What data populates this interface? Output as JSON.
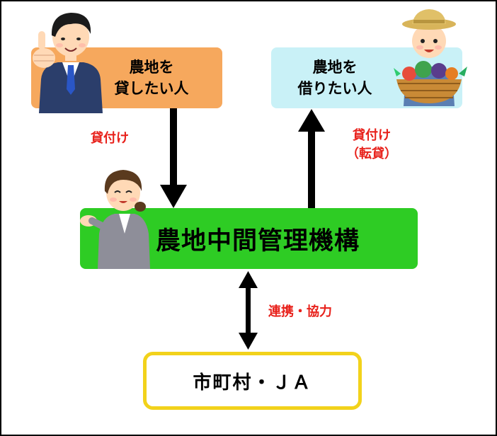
{
  "nodes": {
    "lender": "農地を\n貸したい人",
    "borrower": "農地を\n借りたい人",
    "agency": "農地中間管理機構",
    "municipality": "市町村・ＪＡ"
  },
  "edges": {
    "lend": "貸付け",
    "sublease": "貸付け\n（転貸）",
    "cooperation": "連携・協力"
  },
  "colors": {
    "lender_box": "#f6a85d",
    "borrower_box": "#c9f1f7",
    "agency_box": "#2ecc24",
    "municipality_border": "#f2d21b",
    "edge_label": "#e8211b"
  },
  "icons": [
    "businessman-thumbs-up-icon",
    "farmer-with-vegetables-icon",
    "office-worker-woman-icon"
  ]
}
